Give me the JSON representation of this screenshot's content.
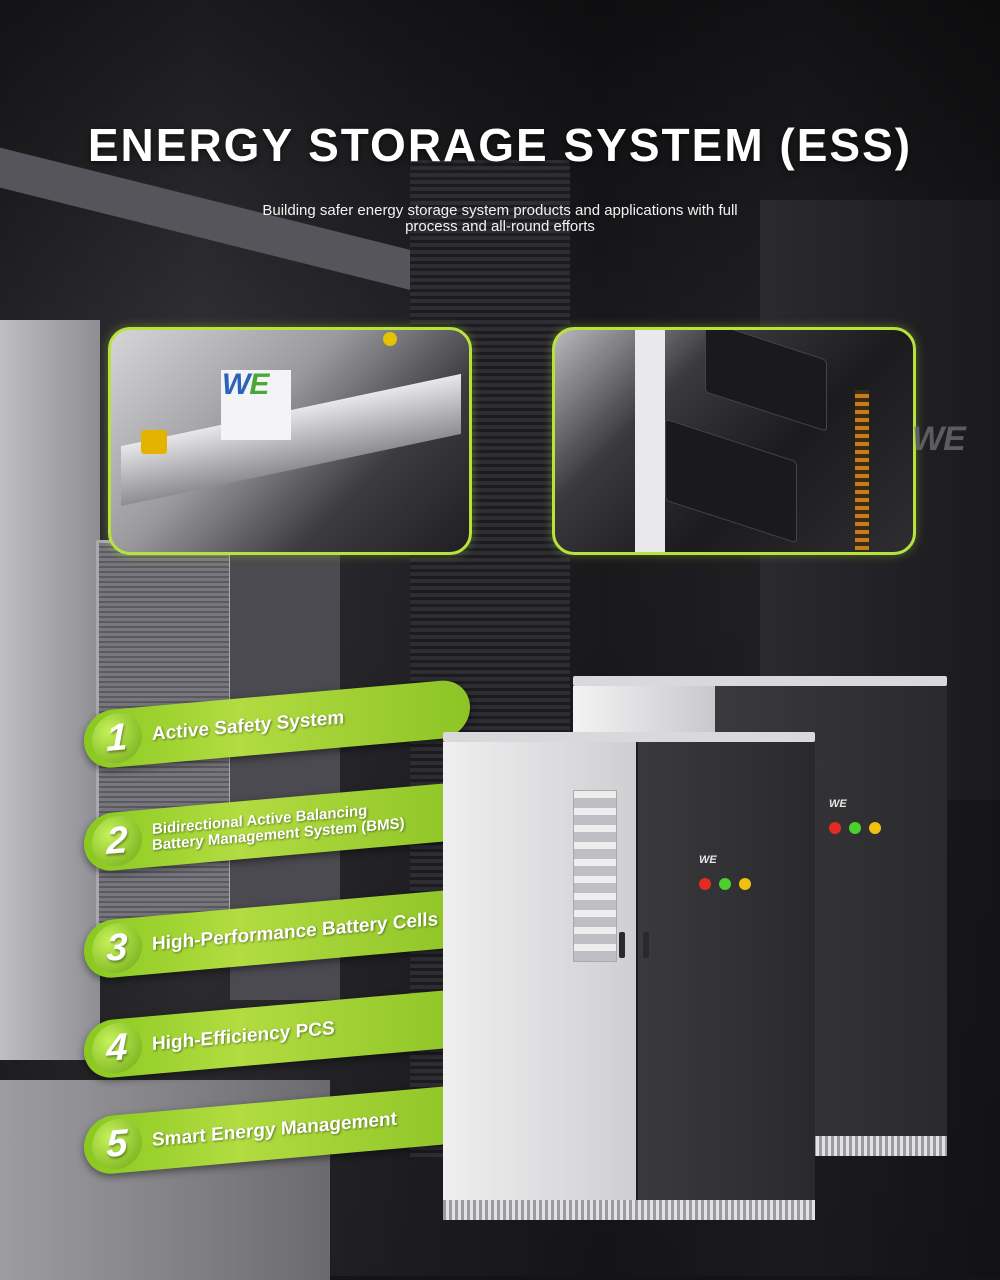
{
  "header": {
    "title": "ENERGY STORAGE SYSTEM (ESS)",
    "subtitle": "Building safer energy storage system products and applications with full process and all-round efforts"
  },
  "features": [
    {
      "number": "1",
      "label": "Active Safety System"
    },
    {
      "number": "2",
      "label": "Bidirectional Active Balancing\nBattery Management System (BMS)"
    },
    {
      "number": "3",
      "label": "High-Performance Battery Cells"
    },
    {
      "number": "4",
      "label": "High-Efficiency PCS"
    },
    {
      "number": "5",
      "label": "Smart Energy Management"
    }
  ],
  "colors": {
    "accent_green": "#b6e43d",
    "feature_green": "#8dc426",
    "indicator_red": "#e42b22",
    "indicator_green": "#4bd12e",
    "indicator_yellow": "#f0c20e"
  },
  "icons": [
    "we-logo-icon",
    "battery-module-icon",
    "indicator-light-icon"
  ]
}
